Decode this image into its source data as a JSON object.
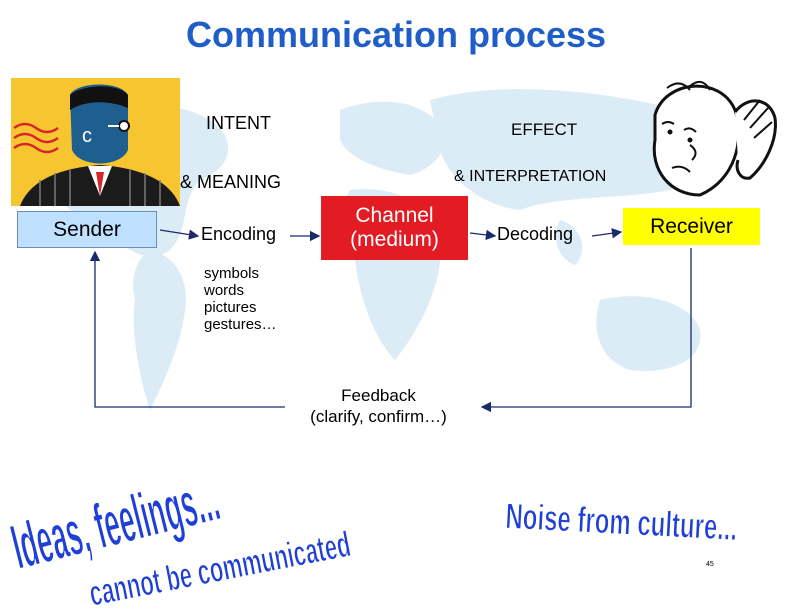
{
  "title": "Communication process",
  "labels": {
    "intent": "INTENT",
    "meaning": "& MEANING",
    "effect": "EFFECT",
    "interpretation": "& INTERPRETATION",
    "sender": "Sender",
    "encoding": "Encoding",
    "channel_line1": "Channel",
    "channel_line2": "(medium)",
    "decoding": "Decoding",
    "receiver": "Receiver"
  },
  "symbol_list": [
    "symbols",
    "words",
    "pictures",
    "gestures…"
  ],
  "feedback": {
    "line1": "Feedback",
    "line2": "(clarify, confirm…)"
  },
  "artwork": {
    "left_line1": "Ideas, feelings...",
    "left_line2": "cannot be communicated",
    "right": "Noise from culture..."
  },
  "page_number": "45",
  "colors": {
    "title": "#1f5ec9",
    "sender_box": "#bfe0ff",
    "channel_box": "#e31b23",
    "receiver_box": "#ffff00",
    "wordart_fill": "#1f3fd6",
    "map": "#dcecf6"
  }
}
